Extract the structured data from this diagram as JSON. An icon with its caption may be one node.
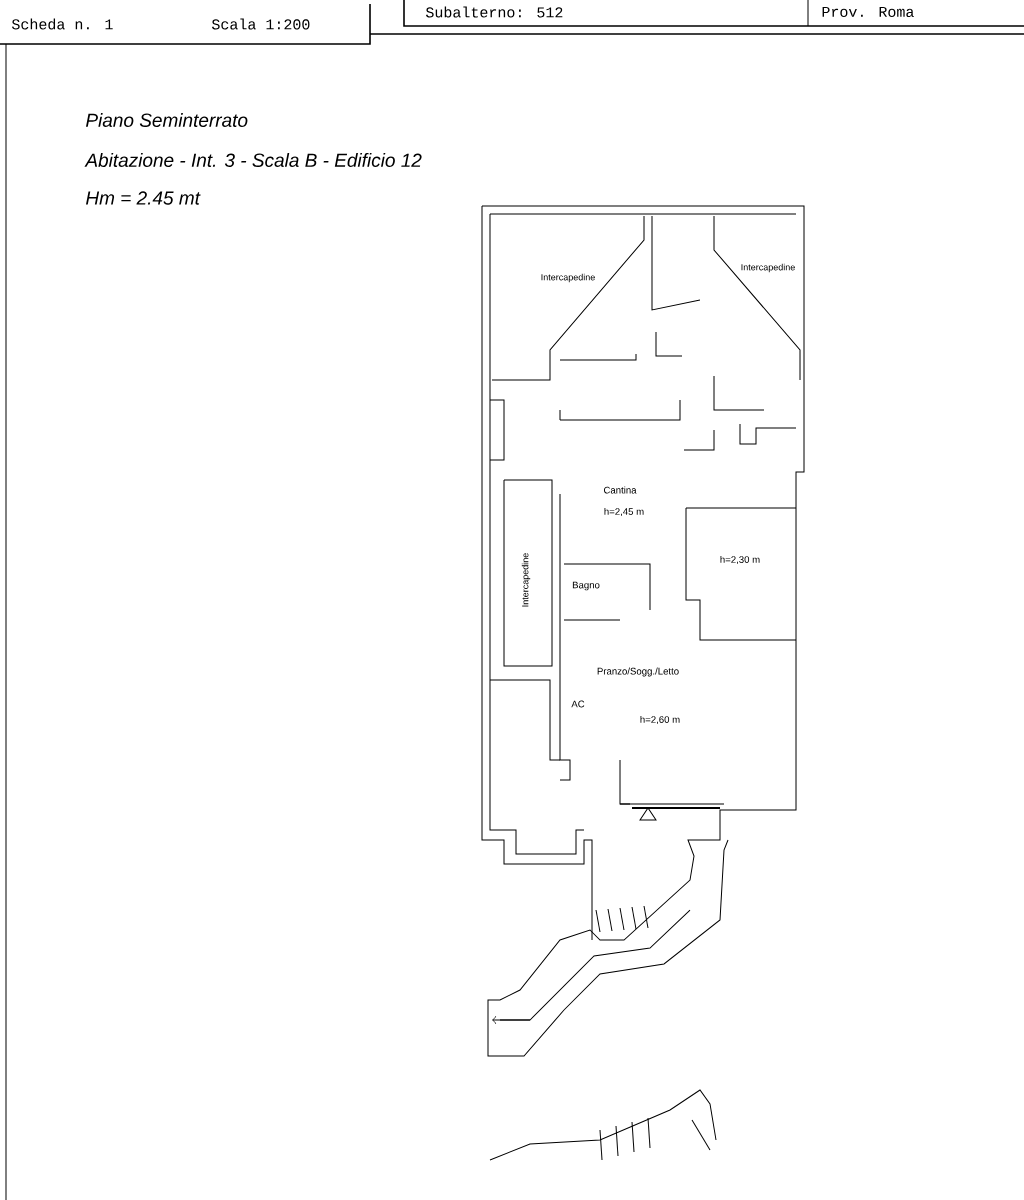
{
  "diagram": {
    "labels": [
      "Subalterno: 512",
      "Prov. Roma",
      "Scheda n. 1",
      "Scala 1:200",
      "Piano Seminterrato",
      "Abitazione - Int. 3 - Scala B - Edificio 12",
      "Hm = 2.45 mt",
      "Intercapedine",
      "Intercapedine",
      "Cantina",
      "h=2,45 m",
      "Intercapedine",
      "h=2,30 m",
      "Bagno",
      "Pranzo/Sogg./Letto",
      "AC",
      "h=2,60 m"
    ]
  }
}
